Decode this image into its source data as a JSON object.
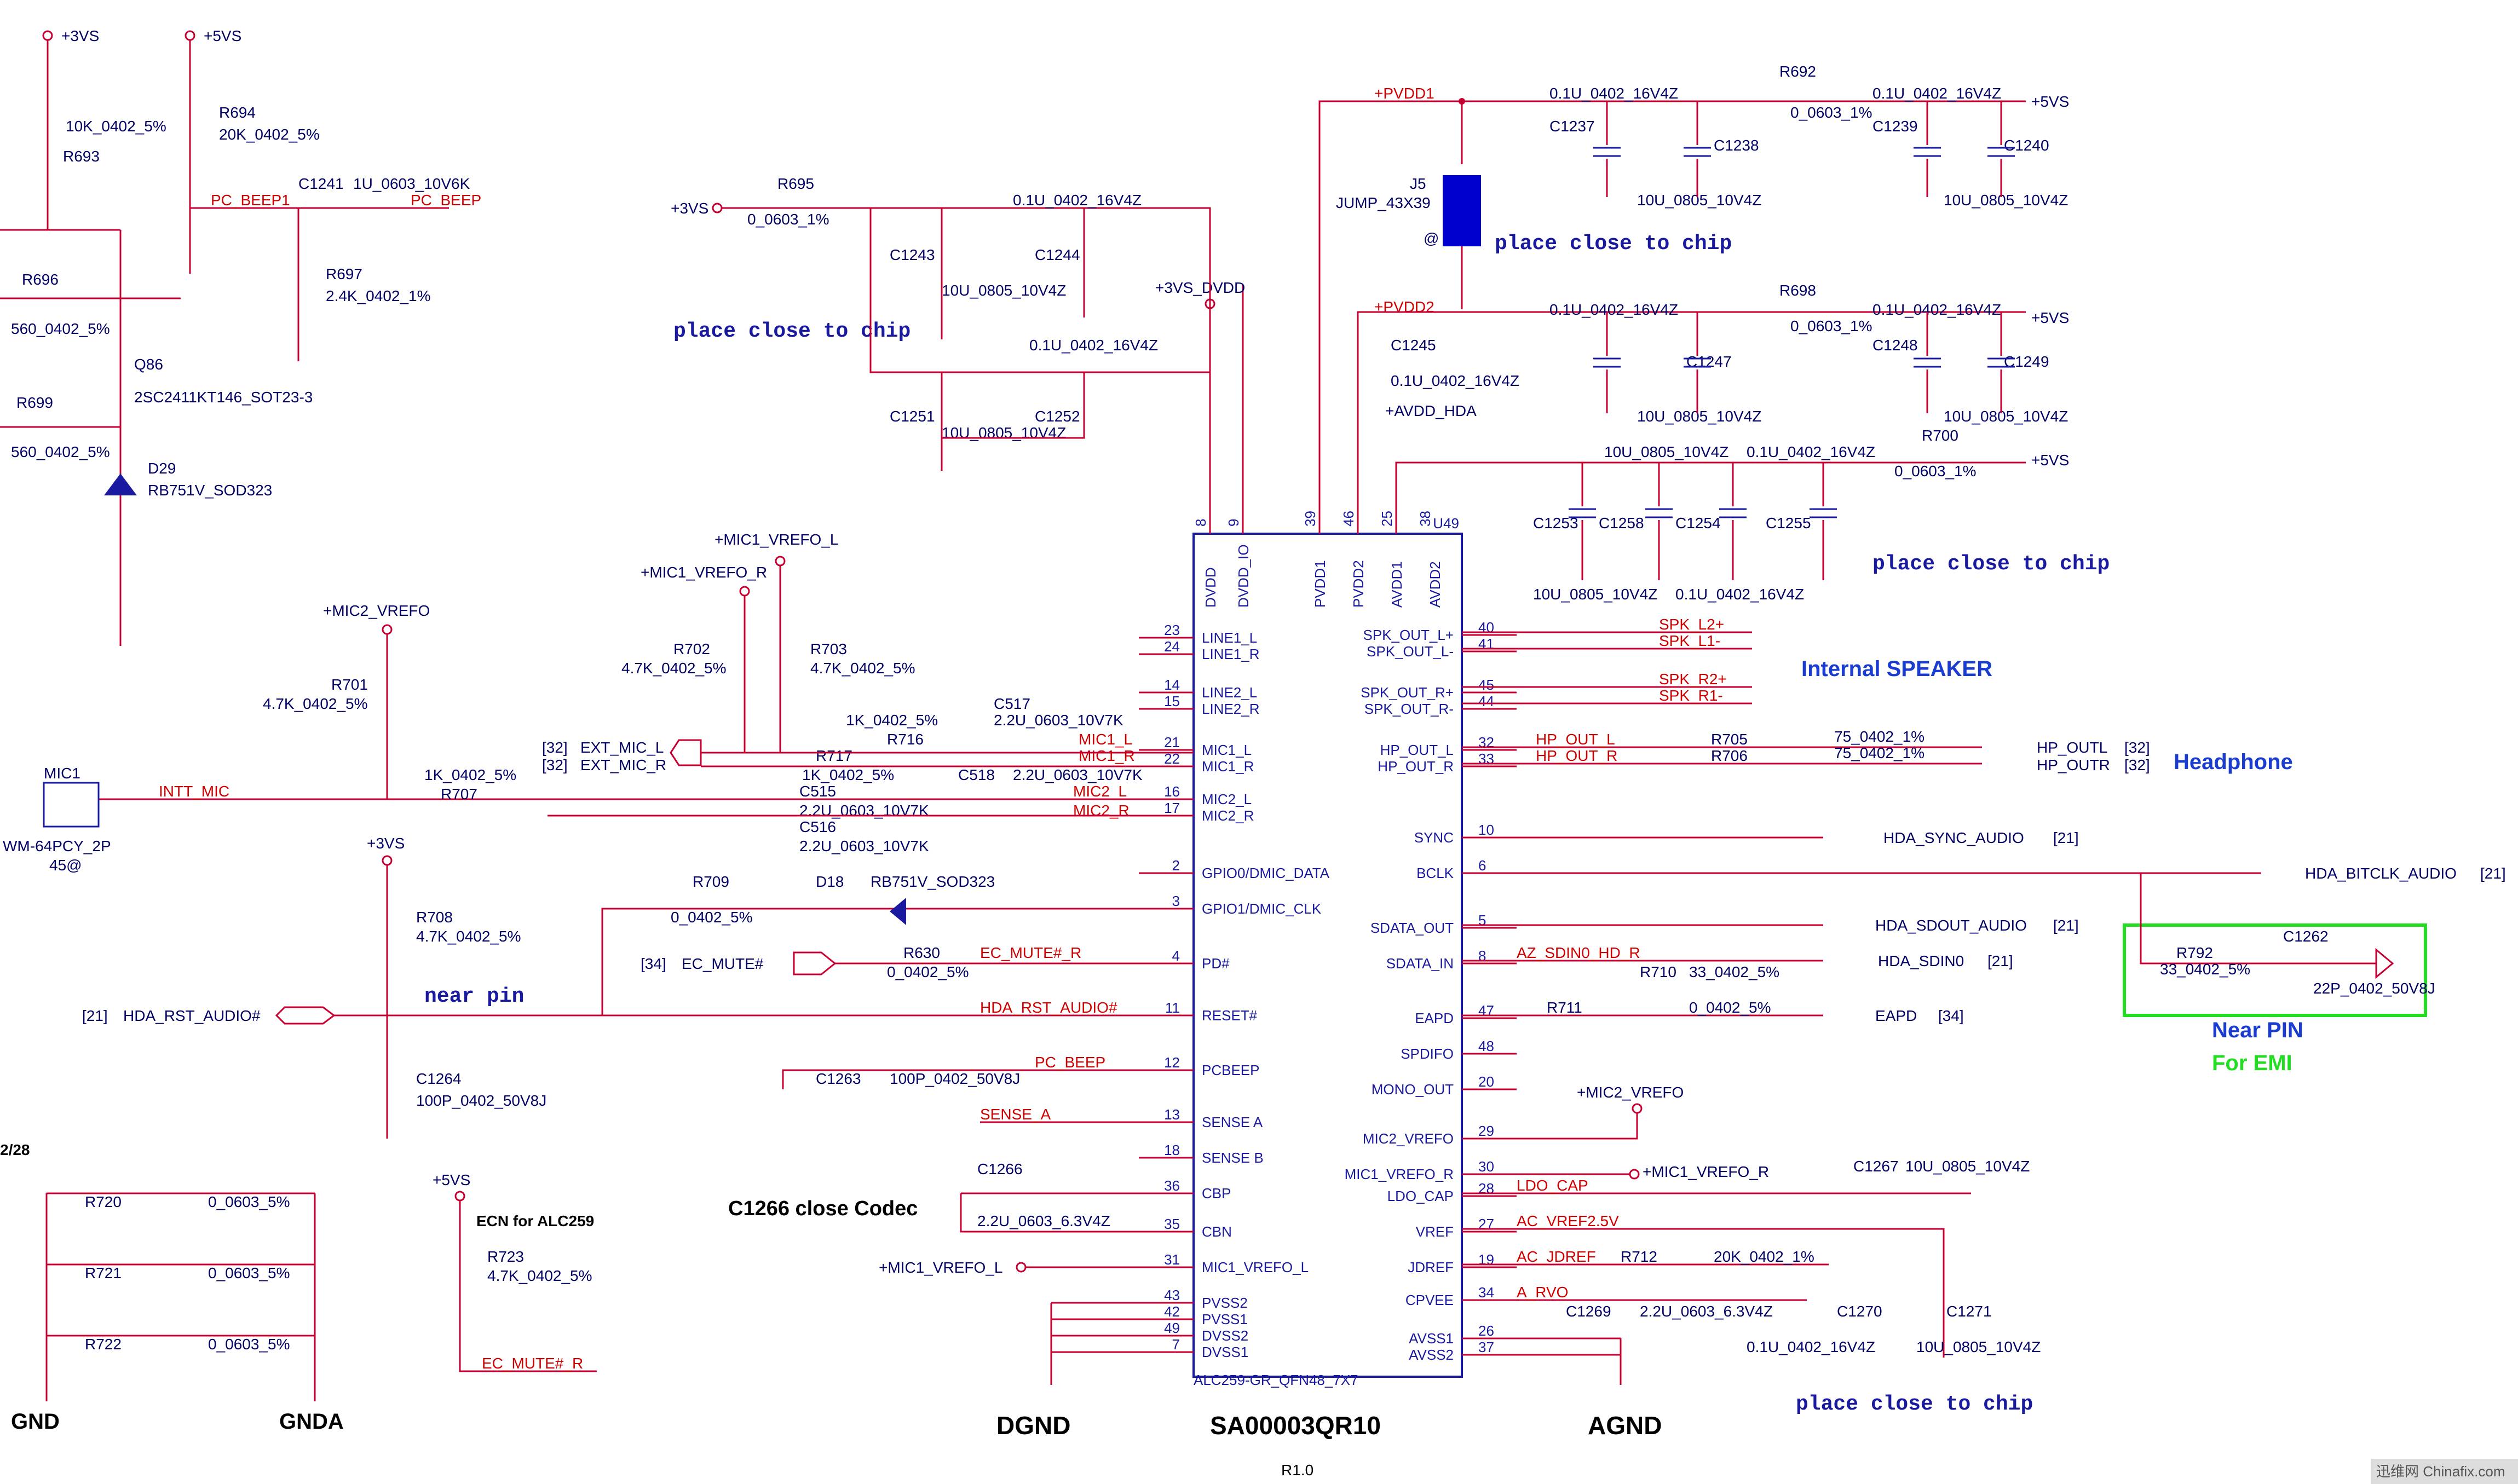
{
  "chip": {
    "name": "U49",
    "part": "ALC259-GR_QFN48_7X7",
    "code": "SA00003QR10",
    "top_pins": [
      {
        "num": "8",
        "name": "DVDD"
      },
      {
        "num": "9",
        "name": "DVDD_IO"
      },
      {
        "num": "39",
        "name": "PVDD1"
      },
      {
        "num": "46",
        "name": "PVDD2"
      },
      {
        "num": "25",
        "name": "AVDD1"
      },
      {
        "num": "38",
        "name": "AVDD2"
      }
    ],
    "left_pins": [
      {
        "num": "23",
        "name": "LINE1_L"
      },
      {
        "num": "24",
        "name": "LINE1_R"
      },
      {
        "num": "14",
        "name": "LINE2_L"
      },
      {
        "num": "15",
        "name": "LINE2_R"
      },
      {
        "num": "21",
        "name": "MIC1_L"
      },
      {
        "num": "22",
        "name": "MIC1_R"
      },
      {
        "num": "16",
        "name": "MIC2_L"
      },
      {
        "num": "17",
        "name": "MIC2_R"
      },
      {
        "num": "2",
        "name": "GPIO0/DMIC_DATA"
      },
      {
        "num": "3",
        "name": "GPIO1/DMIC_CLK"
      },
      {
        "num": "4",
        "name": "PD#"
      },
      {
        "num": "11",
        "name": "RESET#"
      },
      {
        "num": "12",
        "name": "PCBEEP"
      },
      {
        "num": "13",
        "name": "SENSE A"
      },
      {
        "num": "18",
        "name": "SENSE B"
      },
      {
        "num": "36",
        "name": "CBP"
      },
      {
        "num": "35",
        "name": "CBN"
      },
      {
        "num": "31",
        "name": "MIC1_VREFO_L"
      },
      {
        "num": "43",
        "name": "PVSS2"
      },
      {
        "num": "42",
        "name": "PVSS1"
      },
      {
        "num": "49",
        "name": "DVSS2"
      },
      {
        "num": "7",
        "name": "DVSS1"
      }
    ],
    "right_pins": [
      {
        "num": "40",
        "name": "SPK_OUT_L+"
      },
      {
        "num": "41",
        "name": "SPK_OUT_L-"
      },
      {
        "num": "45",
        "name": "SPK_OUT_R+"
      },
      {
        "num": "44",
        "name": "SPK_OUT_R-"
      },
      {
        "num": "32",
        "name": "HP_OUT_L"
      },
      {
        "num": "33",
        "name": "HP_OUT_R"
      },
      {
        "num": "10",
        "name": "SYNC"
      },
      {
        "num": "6",
        "name": "BCLK"
      },
      {
        "num": "5",
        "name": "SDATA_OUT"
      },
      {
        "num": "8",
        "name": "SDATA_IN"
      },
      {
        "num": "47",
        "name": "EAPD"
      },
      {
        "num": "48",
        "name": "SPDIFO"
      },
      {
        "num": "20",
        "name": "MONO_OUT"
      },
      {
        "num": "29",
        "name": "MIC2_VREFO"
      },
      {
        "num": "30",
        "name": "MIC1_VREFO_R"
      },
      {
        "num": "28",
        "name": "LDO_CAP"
      },
      {
        "num": "27",
        "name": "VREF"
      },
      {
        "num": "19",
        "name": "JDREF"
      },
      {
        "num": "34",
        "name": "CPVEE"
      },
      {
        "num": "26",
        "name": "AVSS1"
      },
      {
        "num": "37",
        "name": "AVSS2"
      }
    ]
  },
  "nets": {
    "spk_l2p": "SPK_L2+",
    "spk_l1m": "SPK_L1-",
    "spk_r2p": "SPK_R2+",
    "spk_r1m": "SPK_R1-",
    "hp_out_l": "HP_OUT_L",
    "hp_out_r": "HP_OUT_R",
    "mic1_l": "MIC1_L",
    "mic1_r": "MIC1_R",
    "mic2_l": "MIC2_L",
    "mic2_r": "MIC2_R",
    "intt_mic": "INTT_MIC",
    "ec_mute_r": "EC_MUTE#_R",
    "hda_rst": "HDA_RST_AUDIO#",
    "pc_beep": "PC_BEEP",
    "sense_a": "SENSE_A",
    "ldo_cap": "LDO_CAP",
    "ac_vref": "AC_VREF2.5V",
    "ac_jdref": "AC_JDREF",
    "a_rvo": "A_RVO",
    "az_sdin0": "AZ_SDIN0_HD_R",
    "ec_mute_r2": "EC_MUTE#_R",
    "pc_beep1": "PC_BEEP1"
  },
  "power": {
    "p3vs": "+3VS",
    "p5vs": "+5VS",
    "pvdd1": "+PVDD1",
    "pvdd2": "+PVDD2",
    "avdd_hda": "+AVDD_HDA",
    "p3vs_dvdd": "+3VS_DVDD",
    "mic1_vrefo_l": "+MIC1_VREFO_L",
    "mic1_vrefo_r": "+MIC1_VREFO_R",
    "mic2_vrefo": "+MIC2_VREFO"
  },
  "offsheet": {
    "hp_outl": "HP_OUTL",
    "hp_outr": "HP_OUTR",
    "sync": "HDA_SYNC_AUDIO",
    "bitclk": "HDA_BITCLK_AUDIO",
    "sdout": "HDA_SDOUT_AUDIO",
    "sdin0": "HDA_SDIN0",
    "eapd": "EAPD",
    "ext_mic_l": "EXT_MIC_L",
    "ext_mic_r": "EXT_MIC_R",
    "ec_mute": "EC_MUTE#",
    "hda_rst": "HDA_RST_AUDIO#",
    "ref32": "[32]",
    "ref21": "[21]",
    "ref34": "[34]"
  },
  "labels": {
    "place_close": "place close to chip",
    "near_pin": "near pin",
    "internal_speaker": "Internal SPEAKER",
    "headphone": "Headphone",
    "near_pin2": "Near PIN",
    "for_emi": "For EMI",
    "c1266_note": "C1266 close Codec",
    "ecn_note": "ECN for ALC259",
    "dgnd": "DGND",
    "agnd": "AGND",
    "gnd": "GND",
    "gnda": "GNDA",
    "rev": "R1.0",
    "page": "2/28",
    "watermark": "迅维网 Chinafix.com",
    "at": "@"
  },
  "components": {
    "r692": "R692",
    "r692v": "0_0603_1%",
    "c1237": "C1237",
    "c1238": "C1238",
    "c1239": "C1239",
    "c1240": "C1240",
    "c1237v": "0.1U_0402_16V4Z",
    "c1238v": "10U_0805_10V4Z",
    "c1239v": "0.1U_0402_16V4Z",
    "c1240v": "10U_0805_10V4Z",
    "j5": "J5",
    "j5v": "JUMP_43X39",
    "r698": "R698",
    "r698v": "0_0603_1%",
    "c1245": "C1245",
    "c1245v": "0.1U_0402_16V4Z",
    "c1247": "C1247",
    "c1248": "C1248",
    "c1249": "C1249",
    "c1247v": "0.1U_0402_16V4Z",
    "c1249v": "10U_0805_10V4Z",
    "r700": "R700",
    "r700v": "0_0603_1%",
    "c1253": "C1253",
    "c1258": "C1258",
    "c1254": "C1254",
    "c1255": "C1255",
    "c1253v": "10U_0805_10V4Z",
    "c1258v": "10U_0805_10V4Z",
    "c1254v": "0.1U_0402_16V4Z",
    "c1255v": "0.1U_0402_16V4Z",
    "r695": "R695",
    "r695v": "0_0603_1%",
    "c1243": "C1243",
    "c1244": "C1244",
    "c1243v": "10U_0805_10V4Z",
    "c1244v": "0.1U_0402_16V4Z",
    "c1251": "C1251",
    "c1252": "C1252",
    "c1251v": "10U_0805_10V4Z",
    "c1252v": "0.1U_0402_16V4Z",
    "r693": "R693",
    "r693v": "10K_0402_5%",
    "r694": "R694",
    "r694v": "20K_0402_5%",
    "c1241": "C1241",
    "c1241v": "1U_0603_10V6K",
    "r697": "R697",
    "r697v": "2.4K_0402_1%",
    "r696": "R696",
    "r696v": "560_0402_5%",
    "q86": "Q86",
    "q86v": "2SC2411KT146_SOT23-3",
    "r699": "R699",
    "r699v": "560_0402_5%",
    "d29": "D29",
    "d29v": "RB751V_SOD323",
    "r702": "R702",
    "r702v": "4.7K_0402_5%",
    "r703": "R703",
    "r703v": "4.7K_0402_5%",
    "r701": "R701",
    "r701v": "4.7K_0402_5%",
    "r716": "R716",
    "r716v": "1K_0402_5%",
    "r717": "R717",
    "r717v": "1K_0402_5%",
    "c517": "C517",
    "c517v": "2.2U_0603_10V7K",
    "c518": "C518",
    "c518v": "2.2U_0603_10V7K",
    "c515": "C515",
    "c515v": "2.2U_0603_10V7K",
    "c516": "C516",
    "c516v": "2.2U_0603_10V7K",
    "mic1": "MIC1",
    "mic1v": "WM-64PCY_2P",
    "mic1q": "45@",
    "r707": "R707",
    "r707v": "1K_0402_5%",
    "r708": "R708",
    "r708v": "4.7K_0402_5%",
    "c1264": "C1264",
    "c1264v": "100P_0402_50V8J",
    "r709": "R709",
    "r709v": "0_0402_5%",
    "d18": "D18",
    "d18v": "RB751V_SOD323",
    "r630": "R630",
    "r630v": "0_0402_5%",
    "c1263": "C1263",
    "c1263v": "100P_0402_50V8J",
    "c1266": "C1266",
    "c1266v": "2.2U_0603_6.3V4Z",
    "r720": "R720",
    "r721": "R721",
    "r722": "R722",
    "r720v": "0_0603_5%",
    "r723": "R723",
    "r723v": "4.7K_0402_5%",
    "r705": "R705",
    "r706": "R706",
    "r705v": "75_0402_1%",
    "r710": "R710",
    "r710v": "33_0402_5%",
    "r711": "R711",
    "r711v": "0_0402_5%",
    "r792": "R792",
    "r792v": "33_0402_5%",
    "c1262": "C1262",
    "c1262v": "22P_0402_50V8J",
    "c1267": "C1267",
    "c1267v": "10U_0805_10V4Z",
    "r712": "R712",
    "r712v": "20K_0402_1%",
    "c1269": "C1269",
    "c1269v": "2.2U_0603_6.3V4Z",
    "c1270": "C1270",
    "c1270v": "0.1U_0402_16V4Z",
    "c1271": "C1271",
    "c1271v": "10U_0805_10V4Z"
  }
}
